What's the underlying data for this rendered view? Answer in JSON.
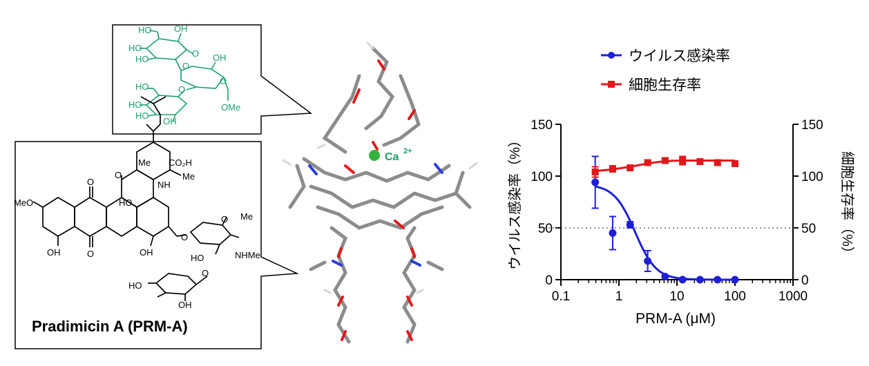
{
  "left_panel": {
    "compound_name": "Pradimicin A (PRM-A)",
    "atoms": {
      "ho_1": "HO",
      "oh_1": "OH",
      "ho_2": "HO",
      "ho_3": "HO",
      "o_1": "O",
      "oh_2": "OH",
      "o_2": "O",
      "o_3": "O",
      "o_4": "O",
      "ho_4": "HO",
      "ho_5": "HO",
      "ho_6": "HO",
      "oh_3": "OH",
      "ome": "OMe",
      "me_1": "Me",
      "co2h": "CO₂H",
      "nh": "NH",
      "o_5": "O",
      "ho_7": "HO",
      "me_2": "Me",
      "meo": "MeO",
      "o_6": "O",
      "oh_4": "OH",
      "o_7": "O",
      "oh_5": "OH",
      "o_8": "O",
      "o_9": "O",
      "me_3": "Me",
      "ho_8": "HO",
      "nhme": "NHMe",
      "ho_9": "HO",
      "o_10": "O",
      "oh_6": "OH"
    }
  },
  "middle_panel": {
    "ion_label": "Ca",
    "ion_charge": "2+"
  },
  "chart_data": {
    "type": "scatter",
    "xlabel": "PRM-A (μM)",
    "ylabel_left": "ウイルス感染率（%）",
    "ylabel_right": "細胞生存率（%）",
    "x_scale": "log",
    "xlim": [
      0.1,
      1000
    ],
    "ylim": [
      0,
      150
    ],
    "x_ticks": [
      0.1,
      1,
      10,
      100,
      1000
    ],
    "x_tick_labels": [
      "0.1",
      "1",
      "10",
      "100",
      "1000"
    ],
    "y_ticks": [
      0,
      50,
      100,
      150
    ],
    "y_tick_labels": [
      "0",
      "50",
      "100",
      "150"
    ],
    "reference_line_y": 50,
    "legend_placement": "top",
    "series": [
      {
        "name": "ウイルス感染率",
        "color": "#1f1fd6",
        "marker": "circle",
        "x": [
          0.39,
          0.78,
          1.56,
          3.13,
          6.25,
          12.5,
          25,
          50,
          100
        ],
        "y": [
          94,
          45,
          53,
          18,
          3,
          0,
          0,
          0,
          0
        ],
        "err": [
          25,
          16,
          3,
          10,
          1,
          0,
          0,
          0,
          0
        ],
        "fit_curve": true
      },
      {
        "name": "細胞生存率",
        "color": "#e0191e",
        "marker": "square",
        "x": [
          0.39,
          0.78,
          1.56,
          3.13,
          6.25,
          12.5,
          25,
          50,
          100
        ],
        "y": [
          104,
          107,
          108,
          113,
          115,
          115,
          114,
          113,
          112
        ],
        "err": [
          5,
          3,
          2,
          2,
          2,
          4,
          2,
          2,
          2
        ],
        "fit_curve": true
      }
    ]
  }
}
